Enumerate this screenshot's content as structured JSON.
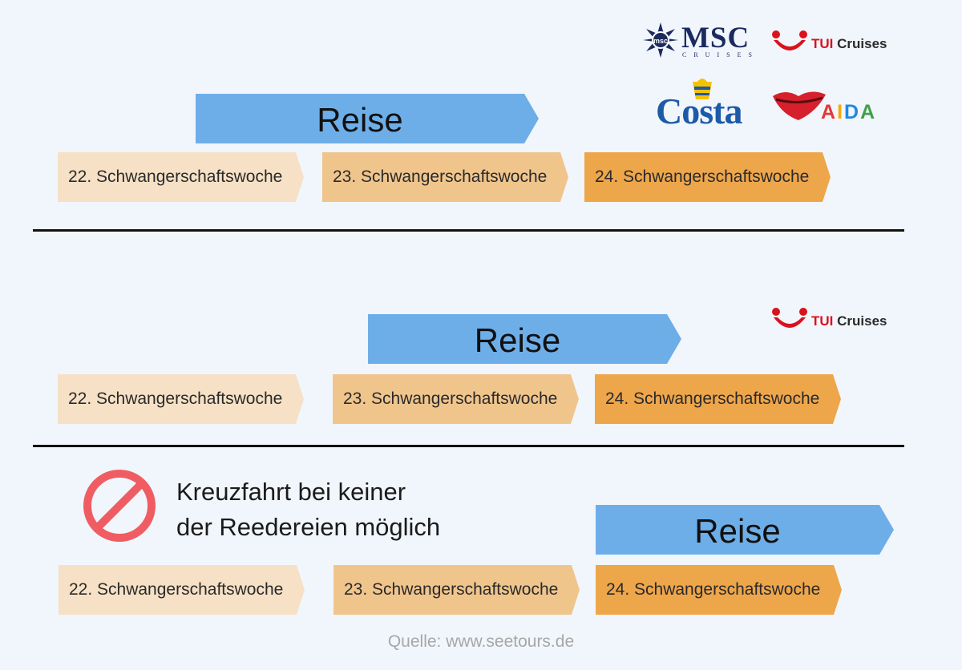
{
  "rows": [
    {
      "reise": "Reise",
      "weeks": [
        "22. Schwangerschaftswoche",
        "23. Schwangerschaftswoche",
        "24. Schwangerschaftswoche"
      ]
    },
    {
      "reise": "Reise",
      "weeks": [
        "22. Schwangerschaftswoche",
        "23. Schwangerschaftswoche",
        "24. Schwangerschaftswoche"
      ]
    },
    {
      "reise": "Reise",
      "weeks": [
        "22. Schwangerschaftswoche",
        "23. Schwangerschaftswoche",
        "24. Schwangerschaftswoche"
      ]
    }
  ],
  "logos": {
    "msc": {
      "name": "MSC",
      "sub": "CRUISES",
      "icon": "msc-compass-icon"
    },
    "tui": {
      "brand": "TUI",
      "suffix": "Cruises",
      "icon": "tui-smile-icon"
    },
    "costa": {
      "name": "Costa",
      "icon": "costa-funnel-icon"
    },
    "aida": {
      "letters": [
        "A",
        "I",
        "D",
        "A"
      ],
      "letter_colors": [
        "#e53935",
        "#f6a800",
        "#1e88e5",
        "#43a047"
      ],
      "icon": "aida-lips-icon"
    }
  },
  "warning": {
    "icon": "prohibited-icon",
    "line1": "Kreuzfahrt bei keiner",
    "line2": "der Reedereien möglich"
  },
  "source": "Quelle: www.seetours.de",
  "colors": {
    "reise": "#6eaee8",
    "week22": "#f6e1c6",
    "week23": "#f0c58c",
    "week24": "#eea64b",
    "prohibited": "#ef5d63"
  }
}
